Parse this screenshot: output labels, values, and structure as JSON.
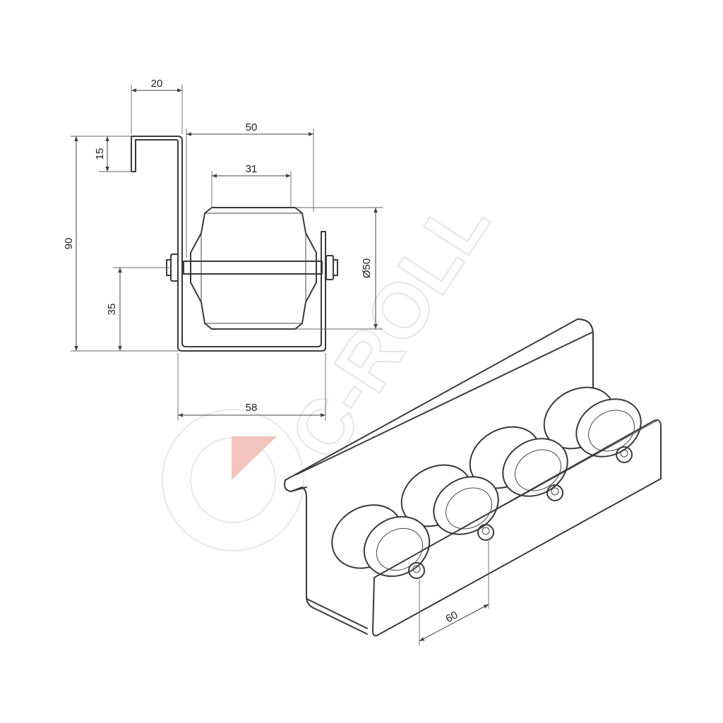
{
  "dimensions": {
    "flange_width": "20",
    "hook_height": "15",
    "roller_span": "50",
    "roller_width": "31",
    "total_height": "90",
    "axle_height": "35",
    "roller_diameter": "Ø50",
    "bracket_width": "58",
    "roller_pitch": "60"
  },
  "watermark": {
    "text": "C-ROLL",
    "accent_color": "#f2c4bd"
  },
  "colors": {
    "line": "#3a3a3a",
    "background": "#ffffff"
  }
}
